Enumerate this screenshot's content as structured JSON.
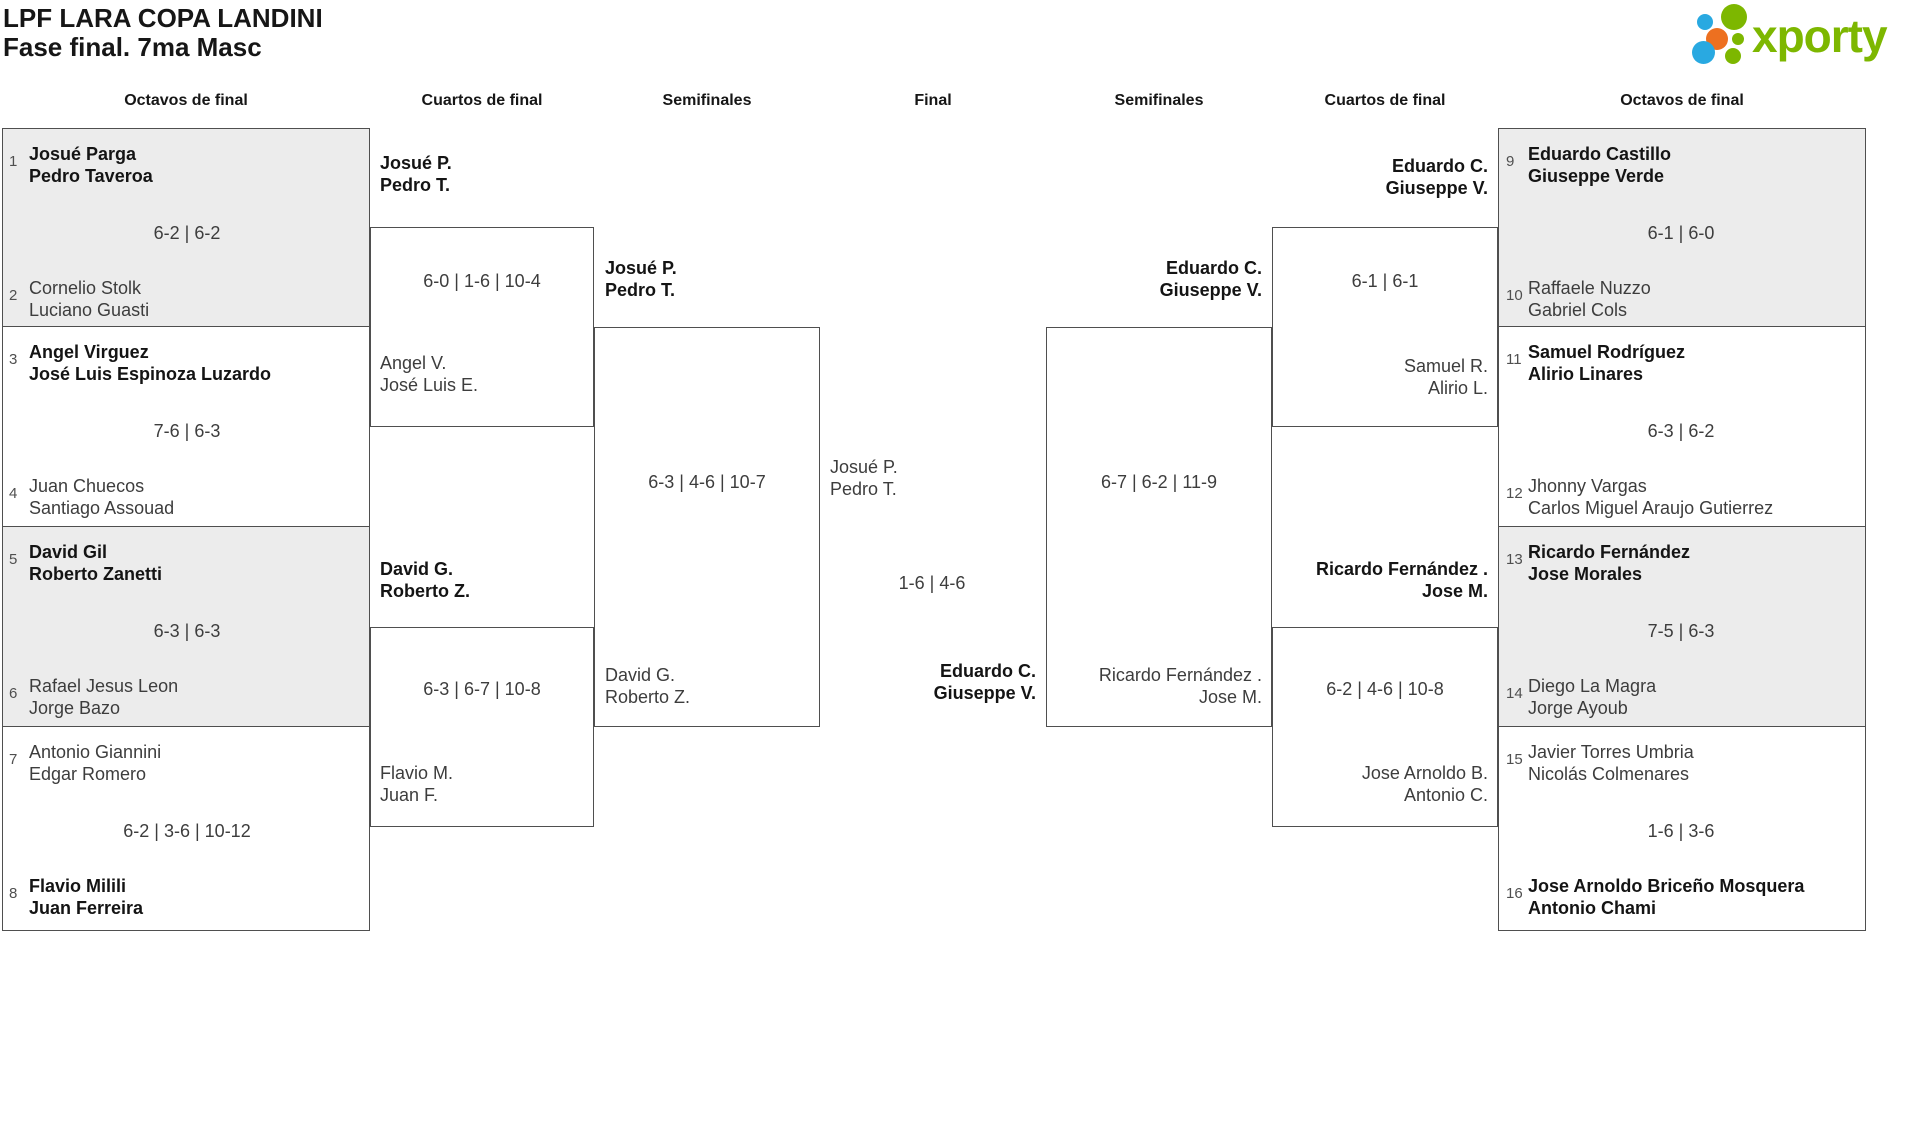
{
  "header": {
    "title": "LPF LARA COPA LANDINI",
    "subtitle": "Fase final. 7ma Masc"
  },
  "logo": {
    "text": "xporty",
    "colors": {
      "green": "#7db700",
      "blue": "#29a9e1",
      "orange": "#ed7020"
    }
  },
  "colors": {
    "match_box_fill": "#ececec",
    "border": "#4f4f4f",
    "text_normal": "#3d3d3d",
    "text_winner": "#141414"
  },
  "columns": [
    "Octavos de final",
    "Cuartos de final",
    "Semifinales",
    "Final",
    "Semifinales",
    "Cuartos de final",
    "Octavos de final"
  ],
  "bracket": {
    "octavos_left": [
      {
        "seed_top": "1",
        "team_top_1": "Josué Parga",
        "team_top_2": "Pedro Taveroa",
        "top_bold": true,
        "score": "6-2 | 6-2",
        "seed_bottom": "2",
        "team_bottom_1": "Cornelio Stolk",
        "team_bottom_2": "Luciano Guasti",
        "bottom_bold": false
      },
      {
        "seed_top": "3",
        "team_top_1": "Angel Virguez",
        "team_top_2": "José Luis Espinoza Luzardo",
        "top_bold": true,
        "score": "7-6 | 6-3",
        "seed_bottom": "4",
        "team_bottom_1": "Juan Chuecos",
        "team_bottom_2": "Santiago Assouad",
        "bottom_bold": false
      },
      {
        "seed_top": "5",
        "team_top_1": "David Gil",
        "team_top_2": "Roberto Zanetti",
        "top_bold": true,
        "score": "6-3 | 6-3",
        "seed_bottom": "6",
        "team_bottom_1": "Rafael Jesus Leon",
        "team_bottom_2": "Jorge Bazo",
        "bottom_bold": false
      },
      {
        "seed_top": "7",
        "team_top_1": "Antonio Giannini",
        "team_top_2": "Edgar Romero",
        "top_bold": false,
        "score": "6-2 | 3-6 | 10-12",
        "seed_bottom": "8",
        "team_bottom_1": "Flavio Milili",
        "team_bottom_2": "Juan Ferreira",
        "bottom_bold": true
      }
    ],
    "octavos_right": [
      {
        "seed_top": "9",
        "team_top_1": "Eduardo Castillo",
        "team_top_2": "Giuseppe Verde",
        "top_bold": true,
        "score": "6-1 | 6-0",
        "seed_bottom": "10",
        "team_bottom_1": "Raffaele Nuzzo",
        "team_bottom_2": "Gabriel Cols",
        "bottom_bold": false
      },
      {
        "seed_top": "11",
        "team_top_1": "Samuel Rodríguez",
        "team_top_2": "Alirio Linares",
        "top_bold": true,
        "score": "6-3 | 6-2",
        "seed_bottom": "12",
        "team_bottom_1": "Jhonny Vargas",
        "team_bottom_2": "Carlos Miguel Araujo Gutierrez",
        "bottom_bold": false
      },
      {
        "seed_top": "13",
        "team_top_1": "Ricardo Fernández",
        "team_top_2": "Jose Morales",
        "top_bold": true,
        "score": "7-5 | 6-3",
        "seed_bottom": "14",
        "team_bottom_1": "Diego La Magra",
        "team_bottom_2": "Jorge Ayoub",
        "bottom_bold": false
      },
      {
        "seed_top": "15",
        "team_top_1": "Javier Torres Umbria",
        "team_top_2": "Nicolás Colmenares",
        "top_bold": false,
        "score": "1-6 | 3-6",
        "seed_bottom": "16",
        "team_bottom_1": "Jose Arnoldo Briceño Mosquera",
        "team_bottom_2": "Antonio Chami",
        "bottom_bold": true
      }
    ],
    "cuartos_left": [
      {
        "entrant_top_1": "Josué P.",
        "entrant_top_2": "Pedro T.",
        "top_bold": true,
        "score": "6-0 | 1-6 | 10-4",
        "entrant_bottom_1": "Angel V.",
        "entrant_bottom_2": "José Luis E.",
        "bottom_bold": false
      },
      {
        "entrant_top_1": "David G.",
        "entrant_top_2": "Roberto Z.",
        "top_bold": true,
        "score": "6-3 | 6-7 | 10-8",
        "entrant_bottom_1": "Flavio M.",
        "entrant_bottom_2": "Juan F.",
        "bottom_bold": false
      }
    ],
    "cuartos_right": [
      {
        "entrant_top_1": "Eduardo C.",
        "entrant_top_2": "Giuseppe V.",
        "top_bold": true,
        "score": "6-1 | 6-1",
        "entrant_bottom_1": "Samuel R.",
        "entrant_bottom_2": "Alirio L.",
        "bottom_bold": false
      },
      {
        "entrant_top_1": "Ricardo Fernández .",
        "entrant_top_2": "Jose M.",
        "top_bold": true,
        "score": "6-2 | 4-6 | 10-8",
        "entrant_bottom_1": "Jose Arnoldo B.",
        "entrant_bottom_2": "Antonio C.",
        "bottom_bold": false
      }
    ],
    "semis_left": {
      "entrant_top_1": "Josué P.",
      "entrant_top_2": "Pedro T.",
      "top_bold": true,
      "score": "6-3 | 4-6 | 10-7",
      "entrant_bottom_1": "David G.",
      "entrant_bottom_2": "Roberto Z.",
      "bottom_bold": false
    },
    "semis_right": {
      "entrant_top_1": "Eduardo C.",
      "entrant_top_2": "Giuseppe V.",
      "top_bold": true,
      "score": "6-7 | 6-2 | 11-9",
      "entrant_bottom_1": "Ricardo Fernández .",
      "entrant_bottom_2": "Jose M.",
      "bottom_bold": false
    },
    "final": {
      "entrant_top_1": "Josué P.",
      "entrant_top_2": "Pedro T.",
      "top_bold": false,
      "score": "1-6 | 4-6",
      "entrant_bottom_1": "Eduardo C.",
      "entrant_bottom_2": "Giuseppe V.",
      "bottom_bold": true
    }
  }
}
